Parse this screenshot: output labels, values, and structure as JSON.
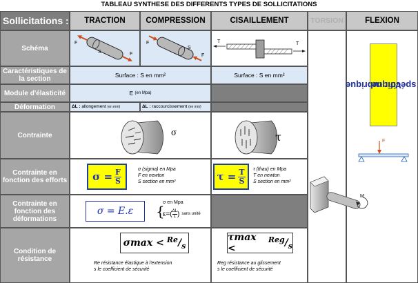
{
  "title": "TABLEAU SYNTHESE DES DIFFERENTS TYPES DE SOLLICITATIONS",
  "header": {
    "corner": "Sollicitations :",
    "columns": [
      "TRACTION",
      "COMPRESSION",
      "CISAILLEMENT",
      "TORSION",
      "FLEXION"
    ]
  },
  "rows": {
    "schema": "Schéma",
    "caracteristiques": "Caractéristiques de la section",
    "module": "Module d'élasticité",
    "deformation": "Déformation",
    "contrainte": "Contrainte",
    "contrainte_efforts": "Contrainte en fonction des efforts",
    "contrainte_deformations": "Contrainte en fonction des déformations",
    "condition": "Condition de résistance"
  },
  "schema_labels": {
    "F": "F",
    "S": "S",
    "T": "T"
  },
  "section": {
    "traction_compression": "Surface : S en mm²",
    "cisaillement": "Surface : S en mm²"
  },
  "module": {
    "main": "E",
    "unit": "(en Mpa)"
  },
  "deformation": {
    "traction": {
      "label": "ΔL :",
      "text": "allongement",
      "unit": "(en mm)"
    },
    "compression": {
      "label": "ΔL :",
      "text": "raccourcissement",
      "unit": "(en mm)"
    }
  },
  "contrainte": {
    "sigma": "σ",
    "tau": "τ"
  },
  "efforts": {
    "traction_formula": {
      "lhs": "σ =",
      "num": "F",
      "den": "S"
    },
    "traction_legend": [
      "σ (sigma) en Mpa",
      "F en newton",
      "S section en mm²"
    ],
    "cisaillement_formula": {
      "lhs": "τ =",
      "num": "T",
      "den": "S"
    },
    "cisaillement_legend": [
      "τ (thau) en Mpa",
      "T en newton",
      "S section en mm²"
    ]
  },
  "deformations": {
    "formula": "σ = E.ε",
    "legend_sigma": "σ en Mpa",
    "legend_eps_lhs": "ε=(",
    "legend_eps_num": "ΔL",
    "legend_eps_den": "L",
    "legend_eps_rhs": ")",
    "legend_eps_unit": "sans unité"
  },
  "condition": {
    "traction": {
      "lhs": "σmax <",
      "num": "Re",
      "den": "s"
    },
    "traction_legend": [
      "Re résistance élastique à l'extension",
      "s le coefficient de sécurité"
    ],
    "cisaillement": {
      "lhs": "τmax <",
      "num": "Reg",
      "den": "s"
    },
    "cisaillement_legend": [
      "Reg résistance au glissement",
      "s le coefficient de sécurité"
    ]
  },
  "flexion": {
    "voir": "Voir rubrique",
    "specifique": "spécifique",
    "F": "F"
  },
  "torsion": {
    "M": "M"
  },
  "colors": {
    "header_grey": "#c8c8c8",
    "row_label_grey": "#a6a6a6",
    "light_blue": "#dce8f5",
    "dark_grey": "#7f7f7f",
    "yellow": "#ffff00",
    "formula_blue": "#1f2fbf",
    "arrow_orange": "#c8501e"
  }
}
